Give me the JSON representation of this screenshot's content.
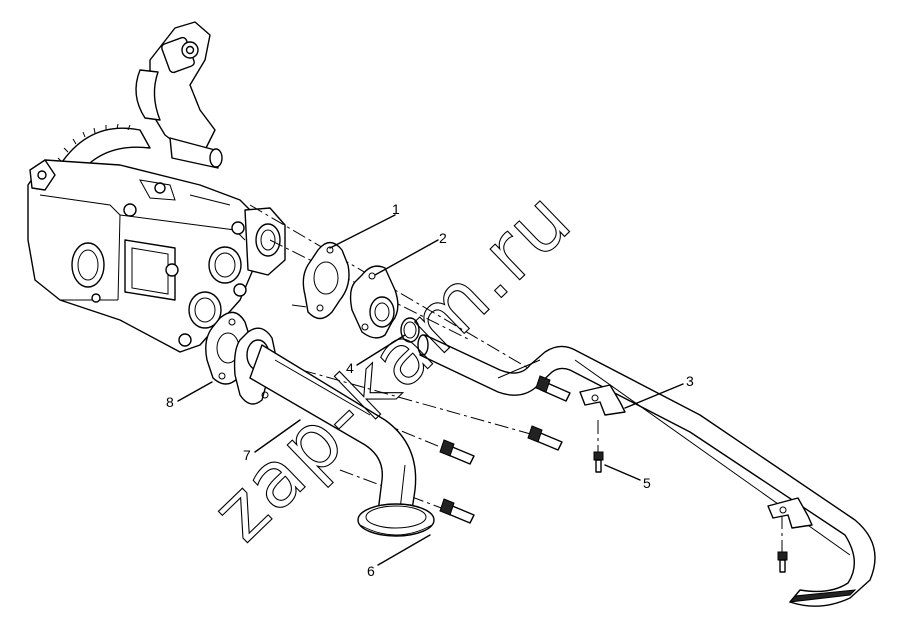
{
  "watermark": "zap-kam.ru",
  "callouts": [
    {
      "id": "1",
      "text": "1"
    },
    {
      "id": "2",
      "text": "2"
    },
    {
      "id": "3",
      "text": "3"
    },
    {
      "id": "4",
      "text": "4"
    },
    {
      "id": "5",
      "text": "5"
    },
    {
      "id": "6",
      "text": "6"
    },
    {
      "id": "7",
      "text": "7"
    },
    {
      "id": "8",
      "text": "8"
    }
  ],
  "colors": {
    "line": "#000000",
    "background": "#ffffff"
  }
}
